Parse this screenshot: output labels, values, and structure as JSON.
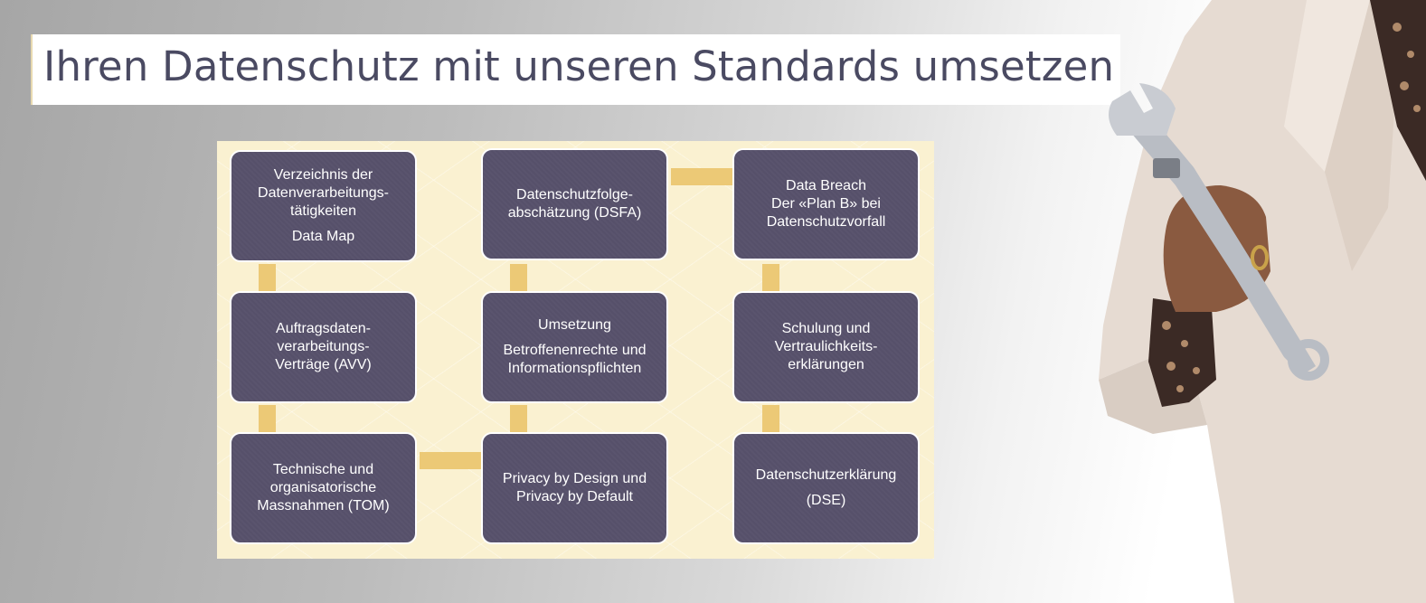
{
  "title": "Ihren Datenschutz mit unseren Standards umsetzen",
  "boxes": {
    "vvt": {
      "line1": "Verzeichnis der",
      "line2": "Datenverarbeitungs-",
      "line3": "tätigkeiten",
      "line4": "Data Map"
    },
    "dsfa": {
      "line1": "Datenschutzfolge-",
      "line2": "abschätzung (DSFA)"
    },
    "breach": {
      "line1": "Data Breach",
      "line2": "Der «Plan B» bei",
      "line3": "Datenschutzvorfall"
    },
    "avv": {
      "line1": "Auftragsdaten-",
      "line2": "verarbeitungs-",
      "line3": "Verträge (AVV)"
    },
    "rights": {
      "line1": "Umsetzung",
      "line2": "Betroffenenrechte und",
      "line3": "Informationspflichten"
    },
    "training": {
      "line1": "Schulung und",
      "line2": "Vertraulichkeits-",
      "line3": "erklärungen"
    },
    "tom": {
      "line1": "Technische und",
      "line2": "organisatorische",
      "line3": "Massnahmen (TOM)"
    },
    "privacy": {
      "line1": "Privacy by Design und",
      "line2": "Privacy by Default"
    },
    "dse": {
      "line1": "Datenschutzerklärung",
      "line2": "(DSE)"
    }
  },
  "colors": {
    "box_fill": "#56506a",
    "connector": "#ecc976",
    "panel": "#faf1d1",
    "title_text": "#4a4a62"
  }
}
